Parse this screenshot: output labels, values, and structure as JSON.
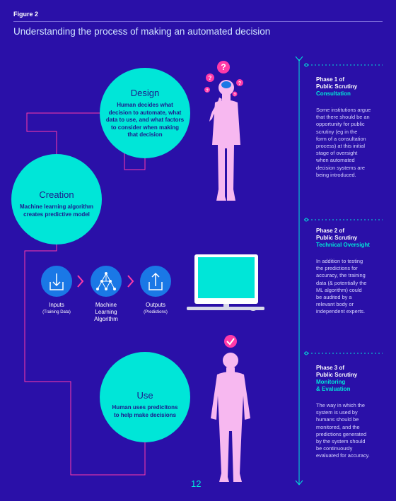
{
  "figure_label": "Figure 2",
  "title": "Understanding the process of making an automated decision",
  "circles": {
    "design": {
      "title": "Design",
      "body": [
        "Human decides what",
        "decision to automate, what",
        "data to use, and what factors",
        "to consider when making",
        "that decision"
      ]
    },
    "creation": {
      "title": "Creation",
      "body": [
        "Machine learning algorithm",
        "creates predictive model"
      ]
    },
    "use": {
      "title": "Use",
      "body": [
        "Human uses predicitons",
        "to help make decisions"
      ]
    }
  },
  "process": [
    {
      "label": "Inputs",
      "sub": "(Training Data)",
      "icon": "download-tray-icon"
    },
    {
      "label": "Machine Learning Algorithm",
      "sub": "",
      "icon": "network-icon"
    },
    {
      "label": "Outputs",
      "sub": "(Predictions)",
      "icon": "upload-tray-icon"
    }
  ],
  "phases": [
    {
      "heading1": "Phase 1 of",
      "heading2": "Public Scrutiny",
      "name1": "Consultation",
      "name2": "",
      "body": [
        "Some institutions argue",
        "that there should be an",
        "opportunity for public",
        "scrutiny (eg in the",
        "form of a consultation",
        "process) at this initial",
        "stage of oversight",
        "when automated",
        "decision systems are",
        "being introduced."
      ]
    },
    {
      "heading1": "Phase 2 of",
      "heading2": "Public Scrutiny",
      "name1": "Technical Oversight",
      "name2": "",
      "body": [
        "In addition to testing",
        "the predictions for",
        "accuracy, the training",
        "data (& potentially the",
        "ML algorithm) could",
        "be audited by a",
        "relevant body or",
        "independent experts."
      ]
    },
    {
      "heading1": "Phase 3 of",
      "heading2": "Public Scrutiny",
      "name1": "Monitoring",
      "name2": "& Evaluation",
      "body": [
        "The way in which the",
        "system is used by",
        "humans should be",
        "monitored, and the",
        "predictions generated",
        "by the system should",
        "be continuously",
        "evaluated for accuracy."
      ]
    }
  ],
  "page_number": "12",
  "colors": {
    "background": "#2a10a8",
    "teal": "#00e6d8",
    "pink": "#ff3aa8",
    "figure": "#f7b8f0",
    "process_icon": "#1a78e6",
    "dark_text": "#1d1a8c"
  }
}
